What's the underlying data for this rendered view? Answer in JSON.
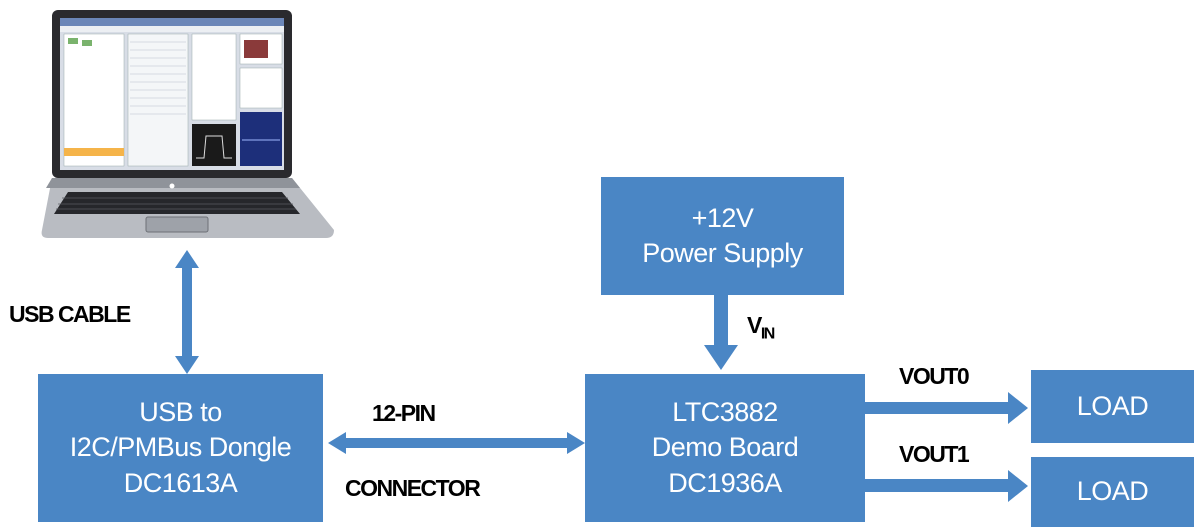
{
  "colors": {
    "block": "#4a86c5",
    "arrow": "#4a86c5",
    "text_on_block": "#ffffff"
  },
  "laptop": {
    "icon": "laptop-computer-icon"
  },
  "boxes": {
    "power_supply": {
      "line1": "+12V",
      "line2": "Power Supply"
    },
    "dongle": {
      "line1": "USB to",
      "line2": "I2C/PMBus Dongle",
      "line3": "DC1613A"
    },
    "demo_board": {
      "line1": "LTC3882",
      "line2": "Demo Board",
      "line3": "DC1936A"
    },
    "load0": {
      "label": "LOAD"
    },
    "load1": {
      "label": "LOAD"
    }
  },
  "labels": {
    "usb_cable": "USB CABLE",
    "pin12": "12-PIN",
    "connector": "CONNECTOR",
    "vin_main": "V",
    "vin_sub": "IN",
    "vout0": "VOUT0",
    "vout1": "VOUT1"
  }
}
